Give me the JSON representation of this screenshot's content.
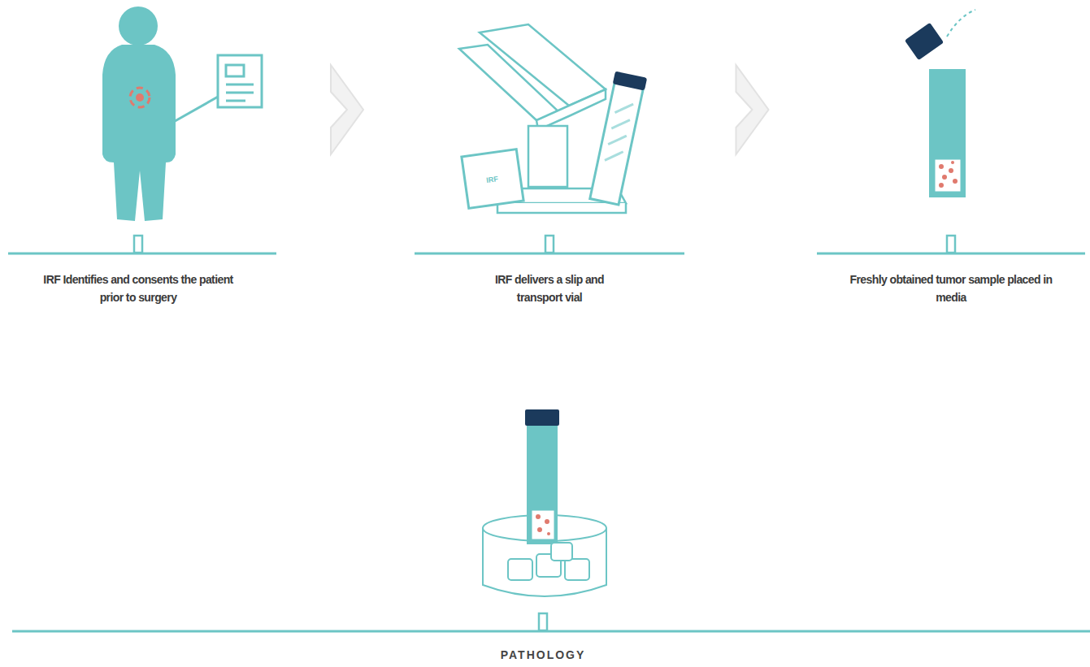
{
  "diagram": {
    "nodes": [
      {
        "text": [
          "IRF Identifies and consents the patient prior to surgery"
        ]
      },
      {
        "text": [
          "IRF delivers a slip and transport vial"
        ]
      },
      {
        "text": [
          "Freshly obtained tumor sample placed in media"
        ]
      },
      {
        "text": [
          "PATHOLOGY"
        ]
      }
    ],
    "edges": [
      {
        "from": 0,
        "to": 1,
        "arrow": "to"
      },
      {
        "from": 1,
        "to": 2,
        "arrow": "to"
      }
    ],
    "labels": [
      "IRF"
    ]
  }
}
